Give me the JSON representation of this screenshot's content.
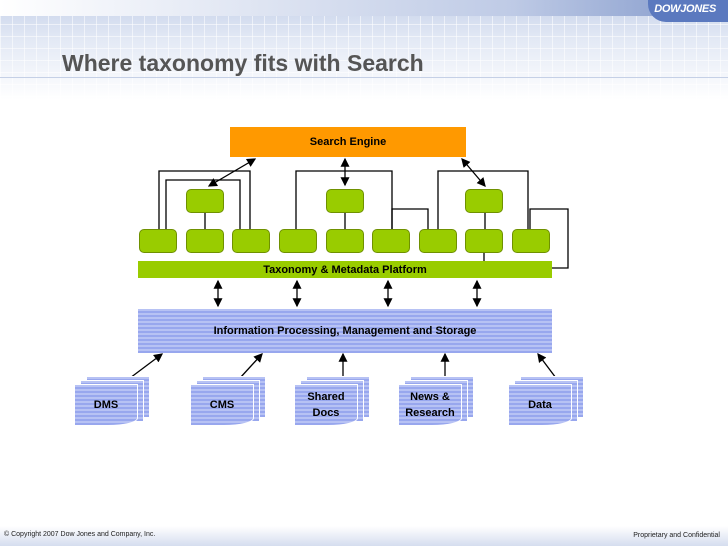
{
  "header": {
    "logo_text": "DOWJONES",
    "title": "Where taxonomy fits with Search"
  },
  "diagram": {
    "search_engine": "Search Engine",
    "taxonomy_platform": "Taxonomy & Metadata Platform",
    "info_processing": "Information Processing, Management and Storage",
    "sources": [
      {
        "label": "DMS"
      },
      {
        "label": "CMS"
      },
      {
        "label": "Shared\nDocs"
      },
      {
        "label": "News &\nResearch"
      },
      {
        "label": "Data"
      }
    ]
  },
  "footer": {
    "copyright": "© Copyright 2007 Dow Jones and Company, Inc.",
    "confidential": "Proprietary and Confidential"
  },
  "colors": {
    "search_engine": "#ff9900",
    "taxonomy_green": "#99cc00",
    "storage_blue": "#99a8ee"
  }
}
